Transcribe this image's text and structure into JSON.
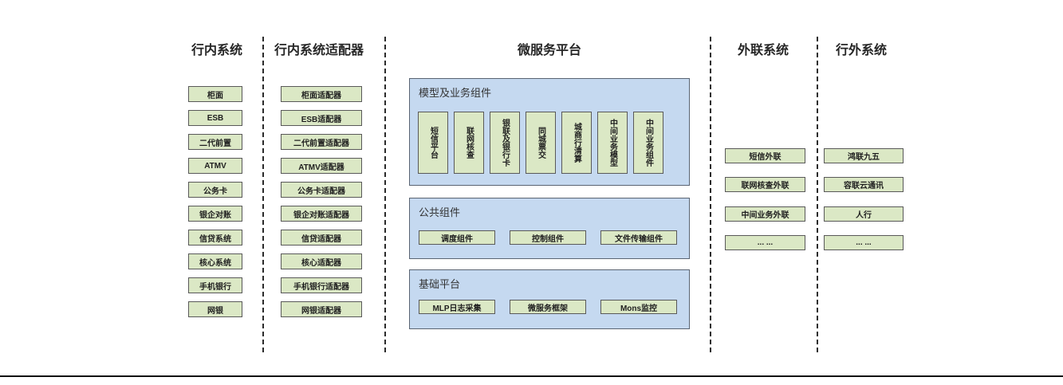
{
  "columns": {
    "internal": {
      "title": "行内系统",
      "items": [
        "柜面",
        "ESB",
        "二代前置",
        "ATMV",
        "公务卡",
        "银企对账",
        "信贷系统",
        "核心系统",
        "手机银行",
        "网银"
      ]
    },
    "adapters": {
      "title": "行内系统适配器",
      "items": [
        "柜面适配器",
        "ESB适配器",
        "二代前置适配器",
        "ATMV适配器",
        "公务卡适配器",
        "银企对账适配器",
        "信贷适配器",
        "核心适配器",
        "手机银行适配器",
        "网银适配器"
      ]
    },
    "platform": {
      "title": "微服务平台",
      "panels": {
        "model": {
          "title": "模型及业务组件",
          "items": [
            "短信平台",
            "联网核查",
            "银联及银行卡",
            "同城票交",
            "城商行清算",
            "中间业务模型",
            "中间业务组件"
          ]
        },
        "common": {
          "title": "公共组件",
          "items": [
            "调度组件",
            "控制组件",
            "文件传输组件"
          ]
        },
        "base": {
          "title": "基础平台",
          "items": [
            "MLP日志采集",
            "微服务框架",
            "Mons监控"
          ]
        }
      }
    },
    "outreach": {
      "title": "外联系统",
      "items": [
        "短信外联",
        "联网核查外联",
        "中间业务外联",
        "... ..."
      ]
    },
    "external": {
      "title": "行外系统",
      "items": [
        "鸿联九五",
        "容联云通讯",
        "人行",
        "... ..."
      ]
    }
  },
  "colors": {
    "panel_fill": "#c5d9f0",
    "panel_border": "#5a6472",
    "box_fill": "#dbe8c5",
    "box_border": "#595959",
    "divider": "#2b2b2b"
  }
}
